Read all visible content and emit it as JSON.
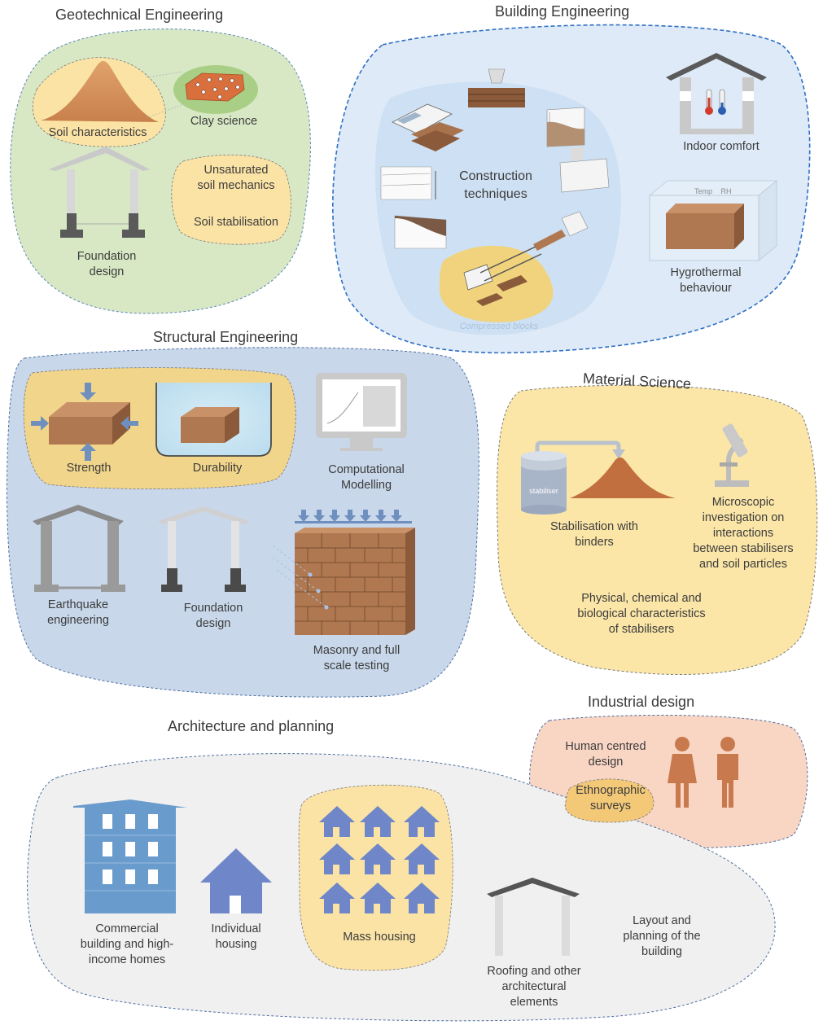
{
  "sections": {
    "geotechnical": {
      "title": "Geotechnical Engineering",
      "labels": {
        "soil_characteristics": "Soil characteristics",
        "clay_science": "Clay science",
        "unsaturated": "Unsaturated\nsoil mechanics",
        "stabilisation": "Soil stabilisation",
        "foundation": "Foundation\ndesign"
      }
    },
    "building": {
      "title": "Building Engineering",
      "labels": {
        "construction": "Construction\ntechniques",
        "compressed": "Compressed blocks",
        "indoor": "Indoor comfort",
        "hygrothermal": "Hygrothermal\nbehaviour",
        "temp": "Temp",
        "rh": "RH"
      }
    },
    "structural": {
      "title": "Structural Engineering",
      "labels": {
        "strength": "Strength",
        "durability": "Durability",
        "computational": "Computational\nModelling",
        "earthquake": "Earthquake\nengineering",
        "foundation": "Foundation\ndesign",
        "masonry": "Masonry and full\nscale testing"
      }
    },
    "material": {
      "title": "Material Science",
      "labels": {
        "stabiliser_tag": "stabiliser",
        "binders": "Stabilisation with\nbinders",
        "microscopic": "Microscopic\ninvestigation on\ninteractions\nbetween stabilisers\nand soil particles",
        "physical": "Physical, chemical and\nbiological characteristics\nof stabilisers"
      }
    },
    "industrial": {
      "title": "Industrial design",
      "labels": {
        "human": "Human centred\ndesign",
        "ethnographic": "Ethnographic\nsurveys"
      }
    },
    "architecture": {
      "title": "Architecture and planning",
      "labels": {
        "commercial": "Commercial\nbuilding and high-\nincome homes",
        "individual": "Individual\nhousing",
        "mass": "Mass housing",
        "roofing": "Roofing and other\narchitectural\nelements",
        "layout": "Layout and\nplanning of the\nbuilding"
      }
    }
  },
  "colors": {
    "green_region": "#d8e8c5",
    "blue_region": "#d4e3f1",
    "structural_region": "#c6d6ea",
    "yellow_region": "#fbe6a8",
    "pink_region": "#f9d5c4",
    "grey_region": "#f0f0f0",
    "brick": "#b07850",
    "soil": "#cc8a58",
    "house_blue": "#6f87c9",
    "building_blue": "#6a9bcd",
    "person_orange": "#c87a4e",
    "dashed_blue": "#2f6fc4"
  }
}
